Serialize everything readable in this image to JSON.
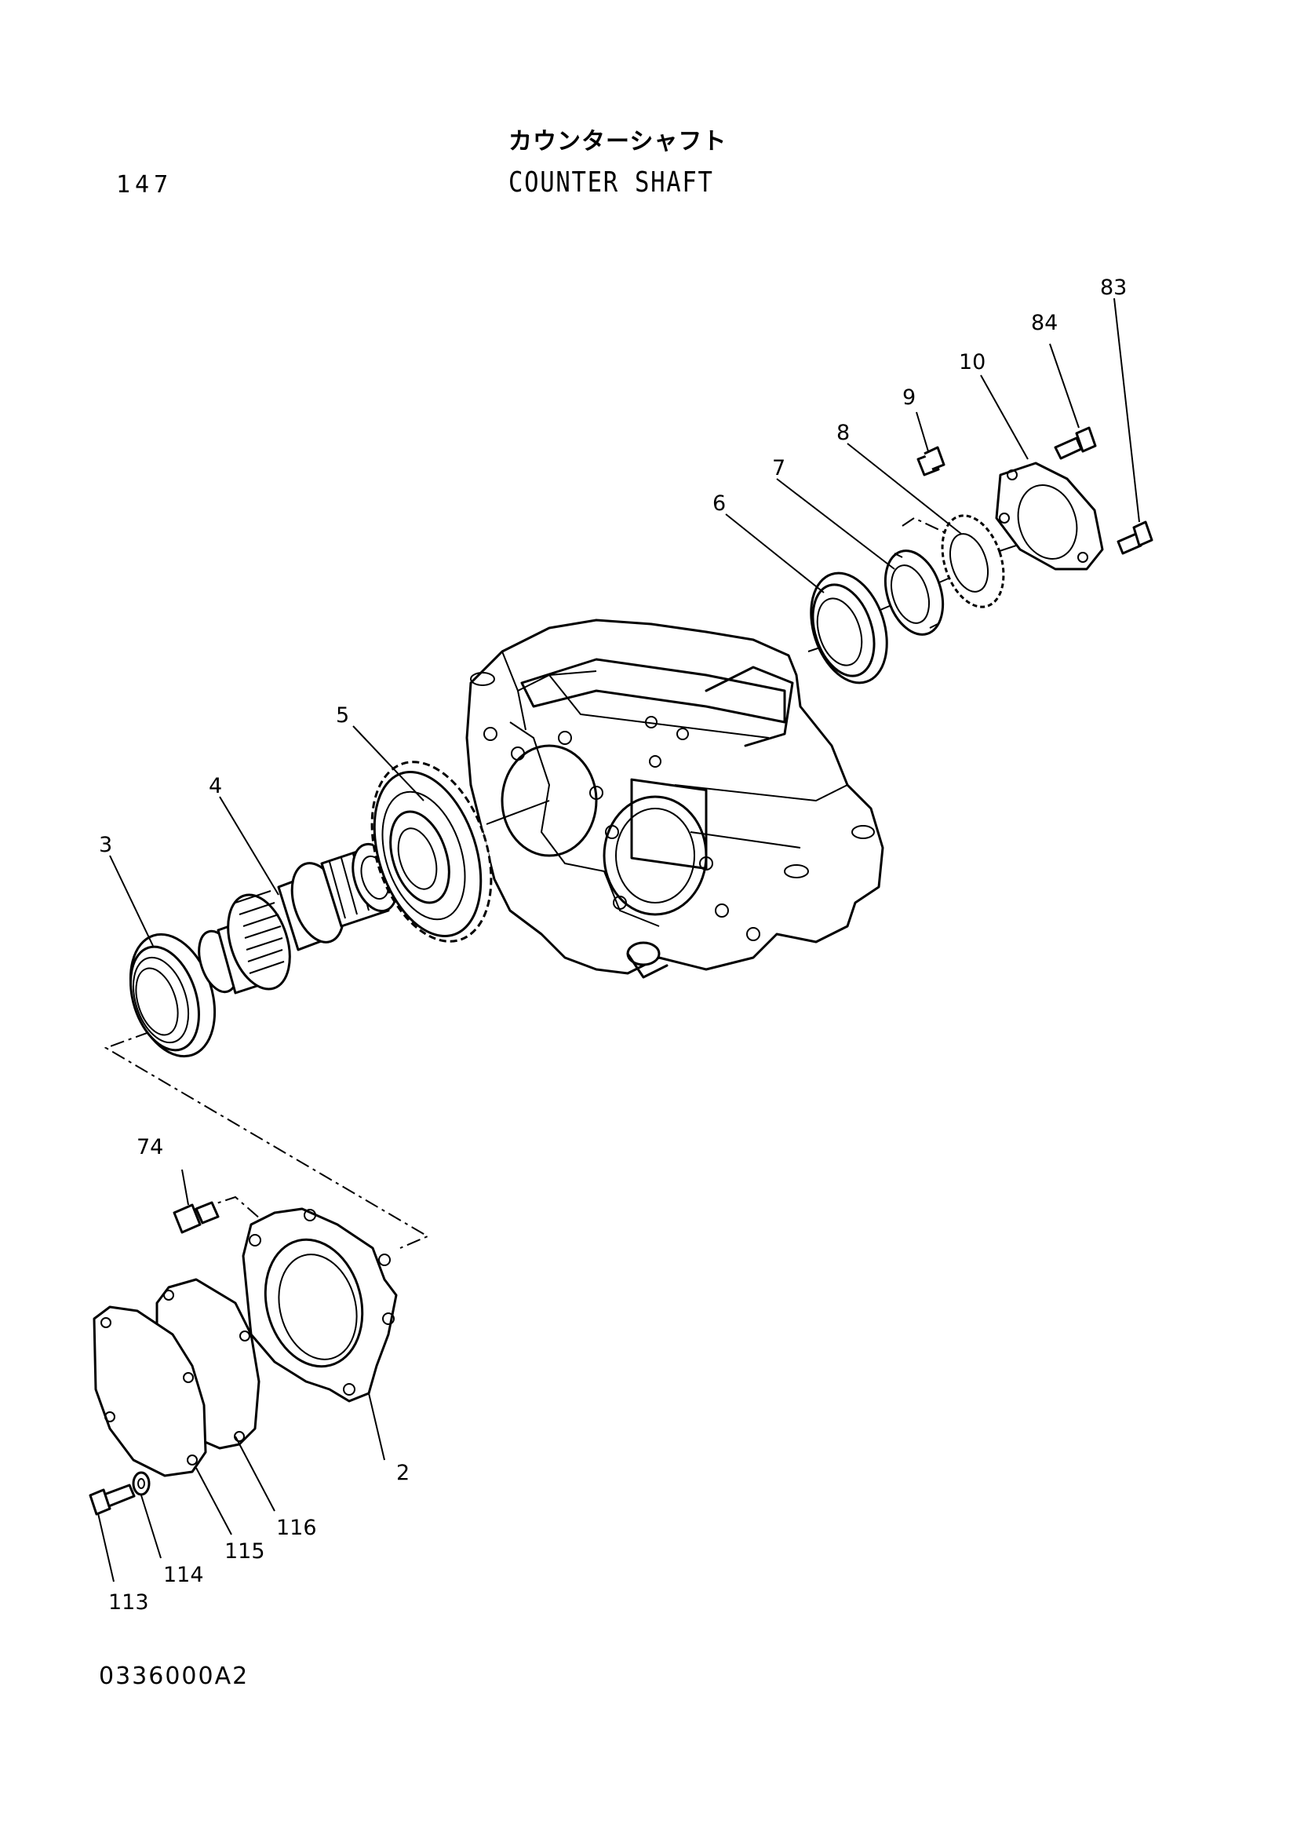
{
  "header": {
    "page_number": "147",
    "title_jp": "カウンターシャフト",
    "title_en": "COUNTER SHAFT"
  },
  "footer": {
    "figure_code": "0336000A2"
  },
  "callouts": [
    {
      "id": "83",
      "label": "83"
    },
    {
      "id": "84",
      "label": "84"
    },
    {
      "id": "10",
      "label": "10"
    },
    {
      "id": "9",
      "label": "9"
    },
    {
      "id": "8",
      "label": "8"
    },
    {
      "id": "7",
      "label": "7"
    },
    {
      "id": "6",
      "label": "6"
    },
    {
      "id": "5",
      "label": "5"
    },
    {
      "id": "4",
      "label": "4"
    },
    {
      "id": "3",
      "label": "3"
    },
    {
      "id": "74",
      "label": "74"
    },
    {
      "id": "2",
      "label": "2"
    },
    {
      "id": "116",
      "label": "116"
    },
    {
      "id": "115",
      "label": "115"
    },
    {
      "id": "114",
      "label": "114"
    },
    {
      "id": "113",
      "label": "113"
    }
  ]
}
